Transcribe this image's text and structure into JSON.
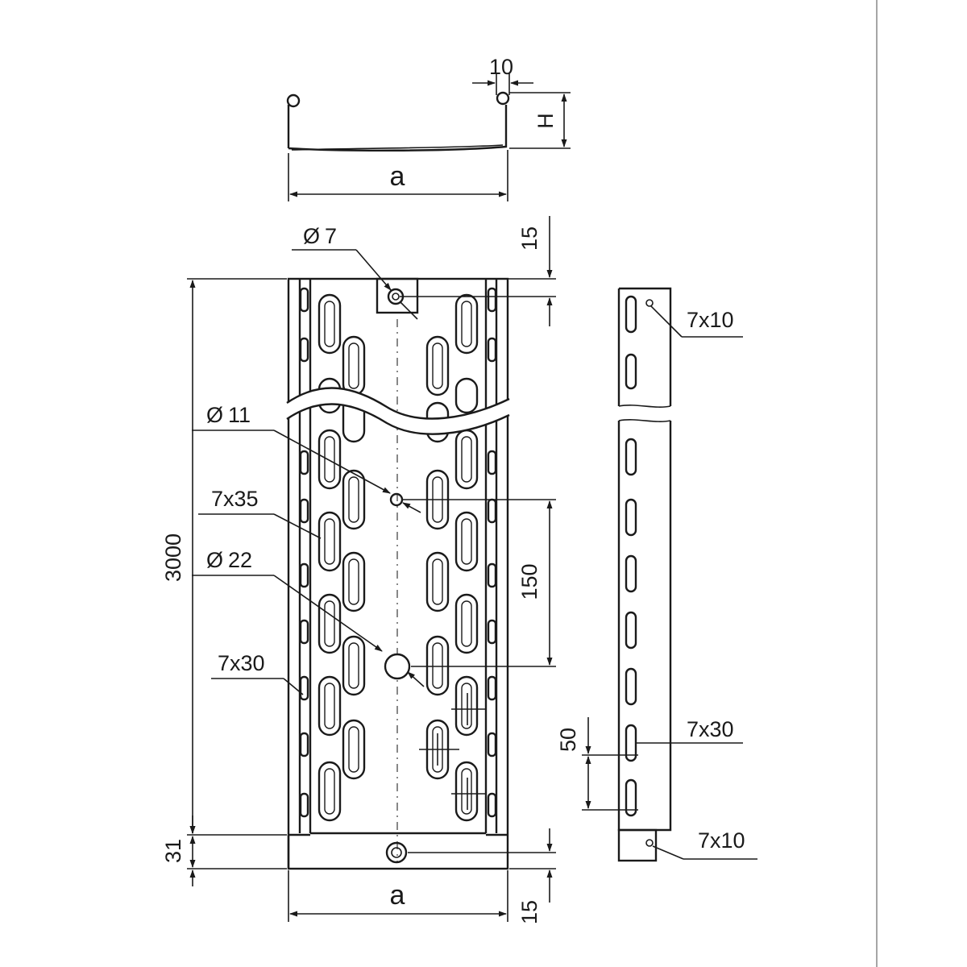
{
  "dims": {
    "a_top": "a",
    "a_bottom": "a",
    "H": "H",
    "lip_width": "10",
    "top_offset": "15",
    "bottom_offset": "15",
    "length": "3000",
    "end_length": "31",
    "pitch": "150",
    "side_pitch": "50"
  },
  "holes": {
    "d7": "7",
    "d11": "11",
    "d22": "22",
    "slot_7x35": "7x35",
    "slot_7x30": "7x30",
    "side_7x10_top": "7x10",
    "side_7x30": "7x30",
    "side_7x10_bottom": "7x10"
  },
  "diameter_symbol": "Ø"
}
